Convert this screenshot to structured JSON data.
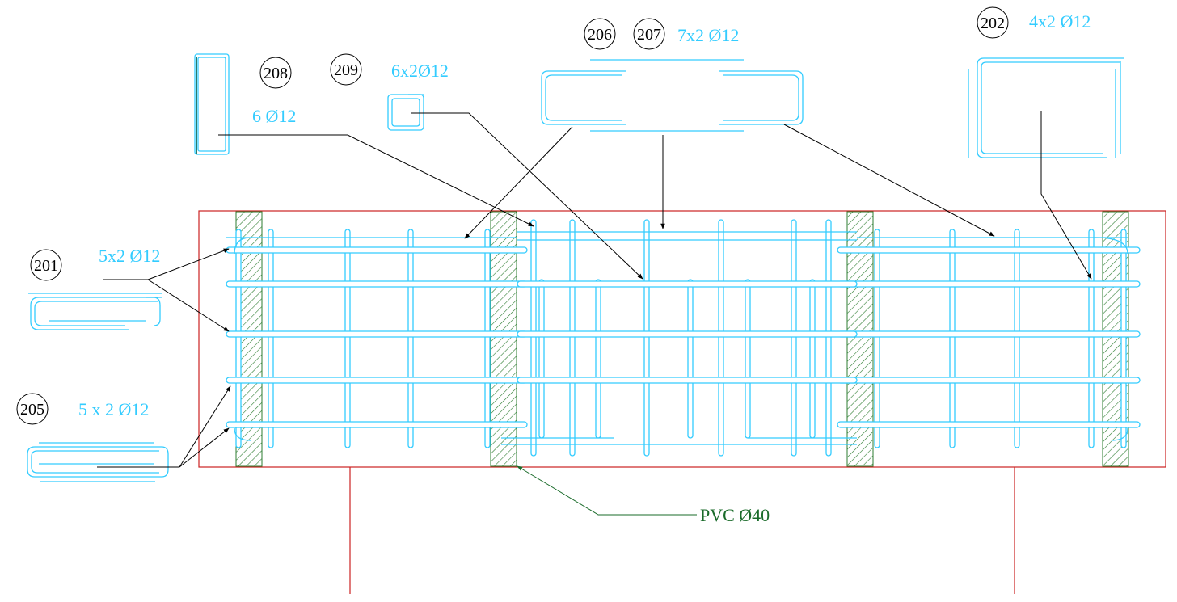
{
  "annotations": {
    "bar_201": {
      "mark": "201",
      "label": "5x2 Ø12"
    },
    "bar_202": {
      "mark": "202",
      "label": "4x2 Ø12"
    },
    "bar_205": {
      "mark": "205",
      "label": "5 x 2 Ø12"
    },
    "bar_206_207": {
      "mark_a": "206",
      "mark_b": "207",
      "label": "7x2 Ø12"
    },
    "bar_208": {
      "mark": "208",
      "label": "6 Ø12"
    },
    "bar_209": {
      "mark": "209",
      "label": "6x2Ø12"
    },
    "pvc": {
      "label": "PVC Ø40"
    }
  },
  "colors": {
    "rebar": "#33ccff",
    "outline": "#cc2222",
    "leader": "#000000",
    "pvc_text": "#1a6b2a",
    "hatch": "#2e7d32"
  }
}
